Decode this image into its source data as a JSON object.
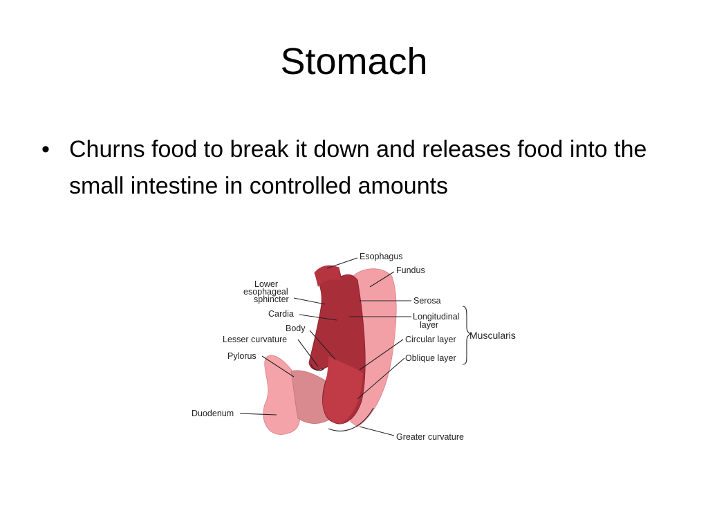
{
  "slide": {
    "title": "Stomach",
    "bullets": [
      "Churns food to break it down and releases food into the small intestine in controlled amounts"
    ]
  },
  "diagram": {
    "labels": {
      "esophagus": "Esophagus",
      "fundus": "Fundus",
      "lower_esophageal_1": "Lower",
      "lower_esophageal_2": "esophageal",
      "lower_esophageal_3": "sphincter",
      "serosa": "Serosa",
      "cardia": "Cardia",
      "longitudinal_1": "Longitudinal",
      "longitudinal_2": "layer",
      "body": "Body",
      "muscularis": "Muscularis",
      "lesser_curvature": "Lesser curvature",
      "circular": "Circular layer",
      "pylorus": "Pylorus",
      "oblique": "Oblique layer",
      "duodenum": "Duodenum",
      "greater_curvature": "Greater curvature"
    },
    "colors": {
      "muscle_dark": "#a82e3a",
      "muscle_mid": "#c23d48",
      "serosa_pink": "#f2a0a6",
      "duodenum_pink": "#f4a3a8",
      "pylorus_pale": "#d98a8e"
    }
  }
}
